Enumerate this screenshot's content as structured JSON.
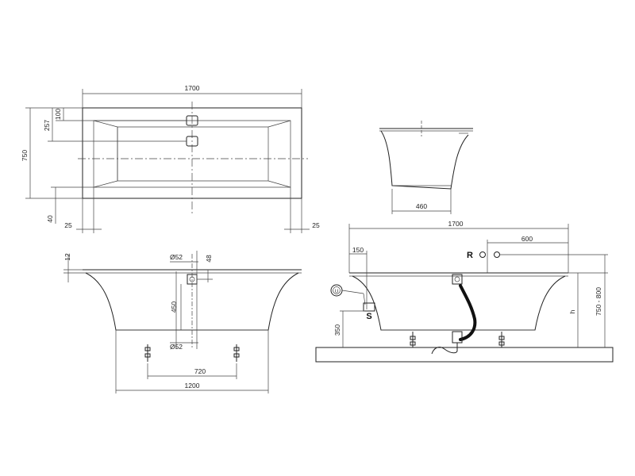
{
  "top_view": {
    "length": "1700",
    "width": "750",
    "dim_100": "100",
    "dim_257": "257",
    "dim_40": "40",
    "edge_left": "25",
    "edge_right": "25"
  },
  "side_view": {
    "width": "460"
  },
  "front_view": {
    "rim": "12",
    "drain_top": "Ø52",
    "drain_bottom": "Ø52",
    "drain_offset": "48",
    "depth": "450",
    "feet_spacing": "720",
    "base_width": "1200"
  },
  "installed_view": {
    "length": "1700",
    "tap_offset": "600",
    "wall_offset": "150",
    "floor_height": "350",
    "height_var": "h",
    "height_range": "750 - 800",
    "label_r": "R",
    "label_s": "S",
    "label_u": "U"
  }
}
